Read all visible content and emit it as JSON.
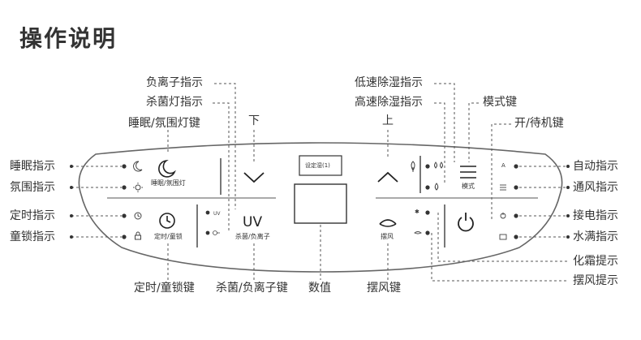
{
  "title": "操作说明",
  "callouts": {
    "anion_ind": "负离子指示",
    "steril_ind": "杀菌灯指示",
    "sleep_key": "睡眠/氛围灯键",
    "down": "下",
    "up": "上",
    "low_ind": "低速除湿指示",
    "high_ind": "高速除湿指示",
    "mode_key": "模式键",
    "power_key": "开/待机键",
    "sleep_ind": "睡眠指示",
    "ambient_ind": "氛围指示",
    "timer_ind": "定时指示",
    "lock_ind": "童锁指示",
    "auto_ind": "自动指示",
    "vent_ind": "通风指示",
    "power_on_ind": "接电指示",
    "tank_full_ind": "水满指示",
    "defrost": "化霜提示",
    "swing_tip": "摆风提示",
    "timer_key": "定时/童锁键",
    "steril_key": "杀菌/负离子键",
    "display": "数值",
    "swing_key": "摆风键"
  },
  "panel": {
    "sleep_label": "睡眠/氛围灯",
    "timer_label": "定时/童锁",
    "steril_label": "杀菌/负离子",
    "uv_text": "UV",
    "setpoint_label": "设定湿(1)",
    "mode_label": "模式",
    "swing_label": "摆风",
    "auto_glyph": "A",
    "frost_glyph": "✱"
  },
  "icons": [
    "moon-icon",
    "sun-icon",
    "clock-icon",
    "lock-icon",
    "uv-icon",
    "ion-icon",
    "down-chevron-icon",
    "up-chevron-icon",
    "leaf-icon",
    "droplets-icon",
    "droplet-icon",
    "menu-lines-icon",
    "power-icon",
    "swing-icon",
    "vent-icon",
    "plug-icon",
    "tank-icon"
  ]
}
